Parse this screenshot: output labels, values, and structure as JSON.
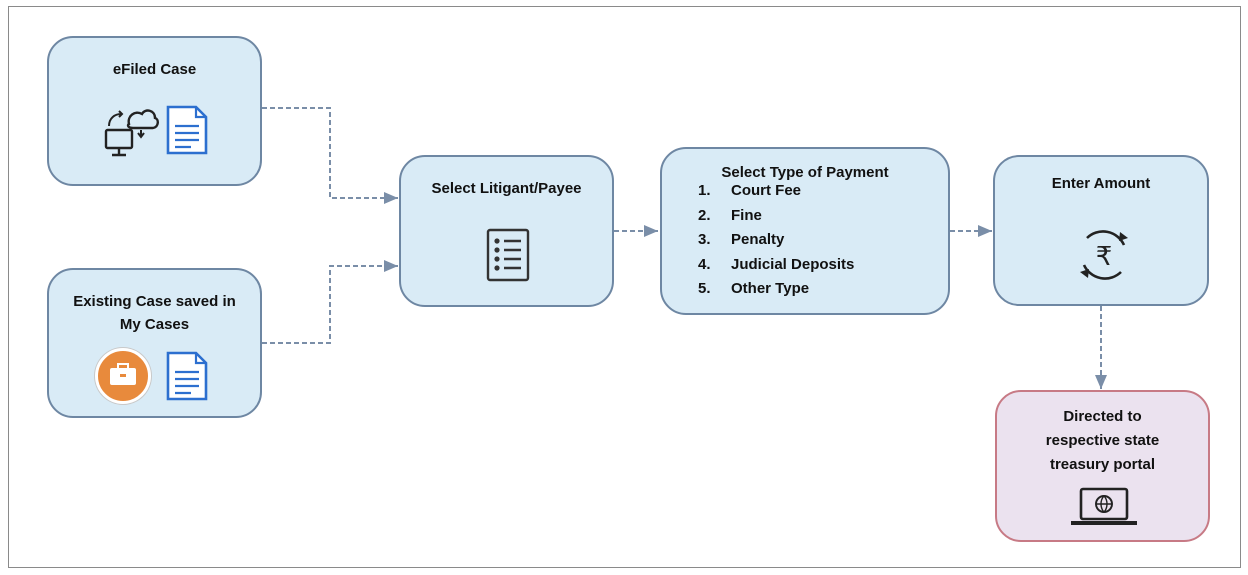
{
  "nodes": {
    "efiled": {
      "title": "eFiled Case"
    },
    "existing": {
      "title": "Existing Case saved in My Cases"
    },
    "litigant": {
      "title": "Select Litigant/Payee"
    },
    "payment": {
      "title": "Select Type of Payment",
      "items": [
        {
          "num": "1.",
          "label": "Court Fee"
        },
        {
          "num": "2.",
          "label": "Fine"
        },
        {
          "num": "3.",
          "label": "Penalty"
        },
        {
          "num": "4.",
          "label": "Judicial Deposits"
        },
        {
          "num": "5.",
          "label": "Other Type"
        }
      ]
    },
    "amount": {
      "title": "Enter Amount"
    },
    "treasury": {
      "title_lines": [
        "Directed to",
        "respective state",
        "treasury portal"
      ]
    }
  },
  "icons": {
    "efiled": [
      "computer-cloud-sync-icon",
      "document-icon"
    ],
    "existing": [
      "briefcase-icon",
      "document-icon"
    ],
    "litigant": "checklist-icon",
    "amount": "rupee-exchange-icon",
    "treasury": "laptop-globe-icon"
  },
  "colors": {
    "box_fill": "#d9ebf6",
    "box_border": "#6e87a3",
    "final_box_fill": "#ebe2ef",
    "final_box_border": "#c77a85",
    "briefcase_circle": "#e88a3c",
    "connector": "#7a8ea8"
  }
}
